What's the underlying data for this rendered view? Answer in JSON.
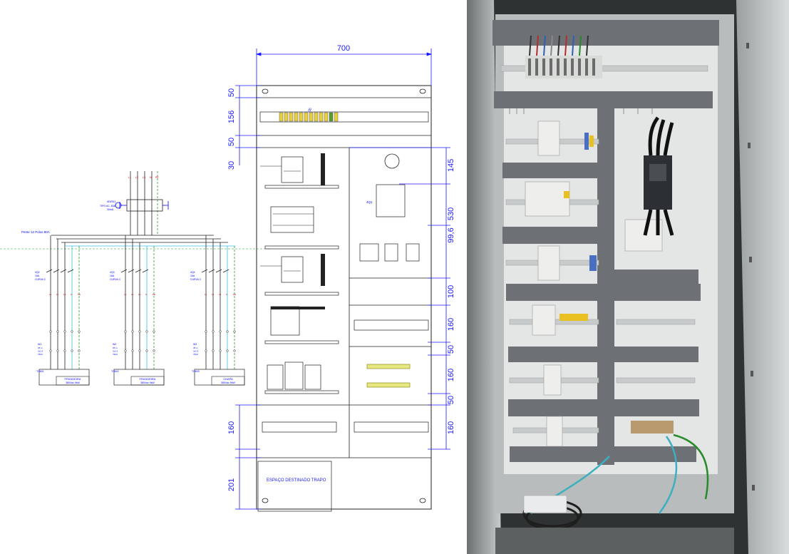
{
  "layout_drawing": {
    "overall_width": "700",
    "dims_left": [
      "50",
      "156",
      "50",
      "30",
      "160",
      "201"
    ],
    "dims_right": [
      "145",
      "530",
      "99,6",
      "100",
      "160",
      "50",
      "160",
      "50",
      "160"
    ],
    "main_switch_tag": "Q1",
    "right_breaker_tag": "4Q1",
    "reserved_space_label": "ESPAÇO DESTINADO TRAPO"
  },
  "schematic": {
    "bus_label": "Pente 12 Polos 80A",
    "main_breaker": {
      "tag": "4DR01",
      "lines": [
        "TIPO AC, 80A",
        "30mA"
      ]
    },
    "feeder_labels": [
      {
        "breaker": "4Q2",
        "rating": "16A",
        "curve": "CURVA C",
        "cable": "W1",
        "cable_spec": [
          "35 m",
          "3x2,5",
          "750V"
        ],
        "load": "FRIGIDEIRA",
        "load_spec": "380Vac 9kW",
        "socket": "TO601"
      },
      {
        "breaker": "4Q3",
        "rating": "16A",
        "curve": "CURVA C",
        "cable": "W2",
        "cable_spec": [
          "35 m",
          "3x2,5",
          "750V"
        ],
        "load": "FRIGIDEIRA",
        "load_spec": "380Vac 9kW",
        "socket": "TO602"
      },
      {
        "breaker": "4Q4",
        "rating": "16A",
        "curve": "CURVA C",
        "cable": "W3",
        "cable_spec": [
          "35 m",
          "3x2,5",
          "750V"
        ],
        "load": "CHAPA",
        "load_spec": "380Vac 9kW",
        "socket": "TO603"
      }
    ],
    "terminal_row": [
      "L1",
      "L2",
      "L3",
      "N",
      "PE"
    ]
  },
  "photo": {
    "subject": "enclosure-photo"
  }
}
